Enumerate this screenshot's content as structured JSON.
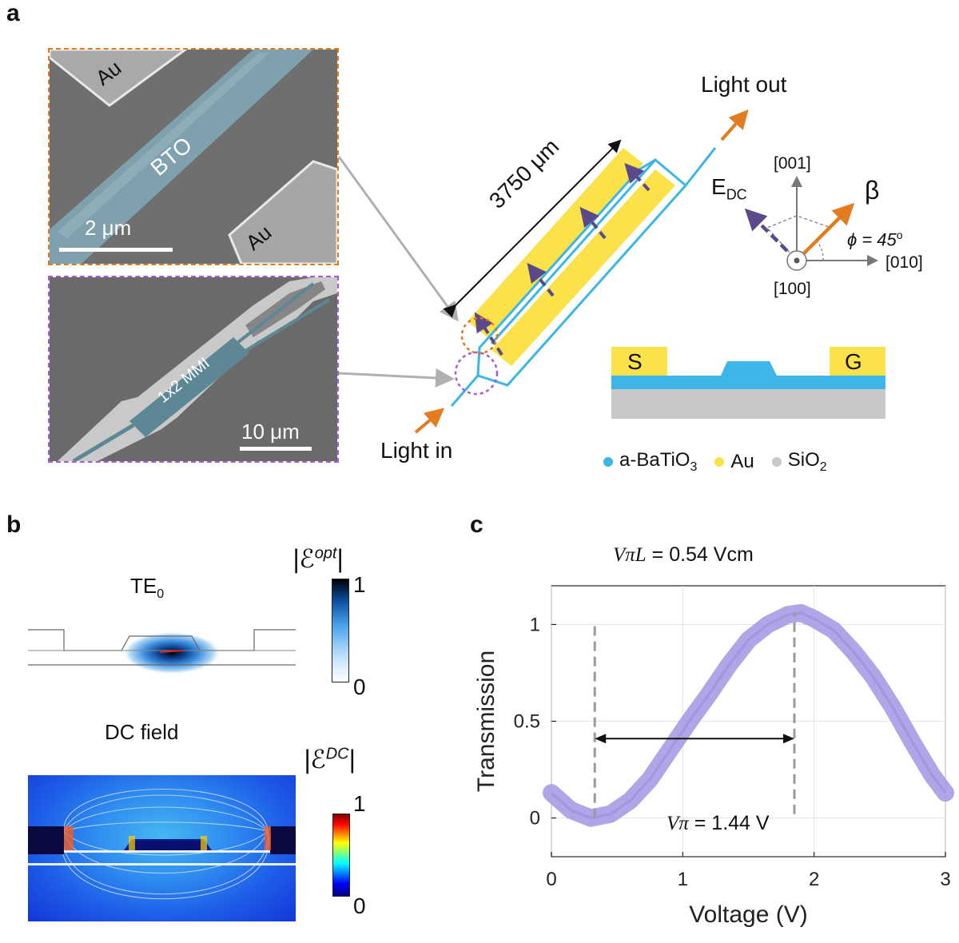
{
  "panel_a": {
    "label": "a",
    "sem_top": {
      "au_top": "Au",
      "au_bottom": "Au",
      "bto": "BTO",
      "scalebar": "2 μm"
    },
    "sem_bottom": {
      "mmi": "1x2 MMI",
      "scalebar": "10 μm"
    },
    "device": {
      "length": "3750 μm",
      "light_in": "Light in",
      "light_out": "Light out"
    },
    "axes": {
      "axis_001": "[001]",
      "axis_010": "[010]",
      "axis_100": "[100]",
      "edc": "E",
      "edc_sub": "DC",
      "beta": "β",
      "phi": "ϕ = 45",
      "phi_sup": "o"
    },
    "cross_section": {
      "signal": "S",
      "ground": "G"
    },
    "legend": [
      {
        "label": "a-BaTiO",
        "sub": "3",
        "color": "#3db5e6"
      },
      {
        "label": "Au",
        "sub": "",
        "color": "#fbe14a"
      },
      {
        "label": "SiO",
        "sub": "2",
        "color": "#c8c8c8"
      }
    ]
  },
  "panel_b": {
    "label": "b",
    "mode_title": "TE",
    "mode_sub": "0",
    "opt_label": "|ℰ",
    "opt_sup": "opt",
    "opt_close": "|",
    "dc_title": "DC field",
    "dc_label": "|ℰ",
    "dc_sup": "DC",
    "dc_close": "|",
    "cb_max": "1",
    "cb_min": "0"
  },
  "panel_c": {
    "label": "c",
    "title_var": "VπL",
    "title_val": "= 0.54 Vcm",
    "vpi_var": "Vπ",
    "vpi_val": "= 1.44 V"
  },
  "chart_data": {
    "type": "line",
    "title": "VπL = 0.54 Vcm",
    "xlabel": "Voltage (V)",
    "ylabel": "Transmission",
    "xlim": [
      0,
      3
    ],
    "ylim": [
      -0.2,
      1.2
    ],
    "xticks": [
      0,
      1,
      2,
      3
    ],
    "yticks": [
      0,
      0.5,
      1
    ],
    "grid": true,
    "series": [
      {
        "color": "#a99be6",
        "x": [
          0,
          0.15,
          0.3,
          0.45,
          0.6,
          0.75,
          0.9,
          1.05,
          1.2,
          1.35,
          1.5,
          1.65,
          1.8,
          1.9,
          2.0,
          2.15,
          2.3,
          2.45,
          2.6,
          2.75,
          2.9,
          3.0
        ],
        "y": [
          0.13,
          0.04,
          0.0,
          0.02,
          0.09,
          0.2,
          0.35,
          0.5,
          0.64,
          0.79,
          0.92,
          1.0,
          1.05,
          1.06,
          1.03,
          0.97,
          0.86,
          0.73,
          0.57,
          0.39,
          0.22,
          0.13
        ]
      }
    ],
    "annotations": [
      {
        "type": "vline",
        "x": 0.33,
        "y_range": [
          0.0,
          1.0
        ],
        "style": "dashed"
      },
      {
        "type": "vline",
        "x": 1.85,
        "y_range": [
          0.02,
          1.06
        ],
        "style": "dashed"
      },
      {
        "type": "arrow",
        "x_range": [
          0.33,
          1.85
        ],
        "y": 0.41,
        "text": "Vπ = 1.44 V"
      }
    ]
  }
}
